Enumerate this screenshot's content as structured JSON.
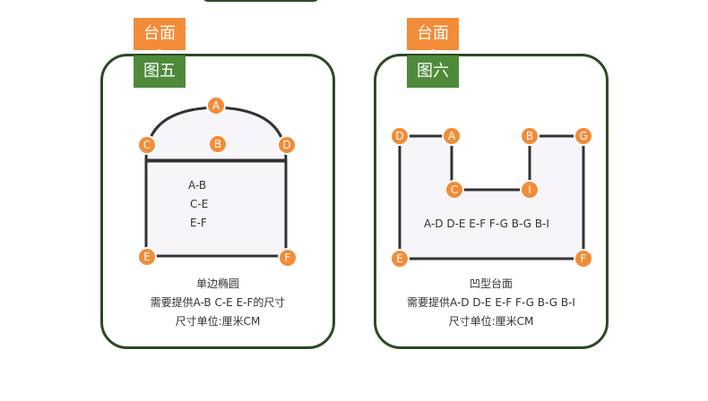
{
  "colors": {
    "orange": "#f28c38",
    "green": "#4f8a3a",
    "dark_green": "#2e4a25",
    "shape_fill": "#f7f4fa",
    "outline": "#333333"
  },
  "figure5": {
    "tag_top": "台面",
    "tag_bottom": "图五",
    "points": [
      "A",
      "B",
      "C",
      "D",
      "E",
      "F"
    ],
    "dims": [
      "A-B",
      "C-E",
      "E-F"
    ],
    "caption": [
      "单边椭圆",
      "需要提供A-B C-E E-F的尺寸",
      "尺寸单位:厘米CM"
    ]
  },
  "figure6": {
    "tag_top": "台面",
    "tag_bottom": "图六",
    "points": [
      "D",
      "A",
      "B",
      "G",
      "C",
      "I",
      "E",
      "F"
    ],
    "dims": "A-D D-E E-F F-G B-G B-I",
    "caption": [
      "凹型台面",
      "需要提供A-D D-E E-F F-G B-G B-I",
      "尺寸单位:厘米CM"
    ]
  }
}
